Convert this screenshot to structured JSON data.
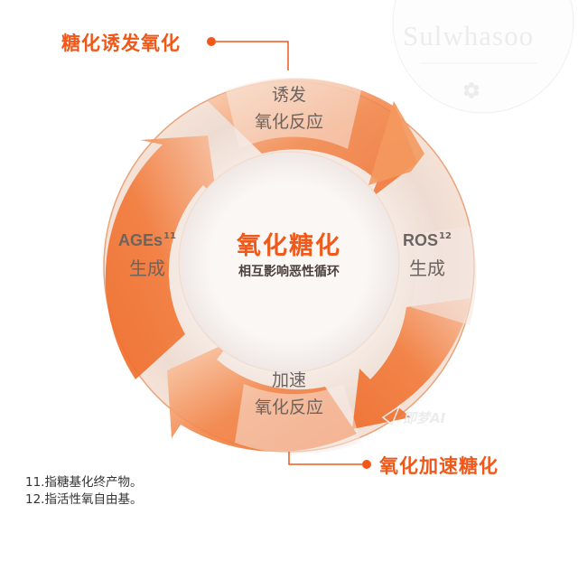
{
  "diagram": {
    "title": "氧化糖化",
    "subtitle": "相互影响恶性循环",
    "segments": [
      {
        "position": "top",
        "line1": "诱发",
        "line2": "氧化反应"
      },
      {
        "position": "right",
        "label": "ROS",
        "superscript": "12",
        "line2": "生成"
      },
      {
        "position": "bottom",
        "line1": "加速",
        "line2": "氧化反应"
      },
      {
        "position": "left",
        "label": "AGEs",
        "superscript": "11",
        "line2": "生成"
      }
    ],
    "callouts": {
      "top_left": "糖化诱发氧化",
      "bottom_right": "氧化加速糖化"
    },
    "colors": {
      "accent": "#f0581a",
      "arrow_orange": "#f27a3a",
      "ring_light": "#f3e6df",
      "text_gray": "#6b6461"
    }
  },
  "footnotes": [
    "11.指糖基化终产物。",
    "12.指活性氧自由基。"
  ],
  "brand": {
    "logo_text": "Sulwhasoo"
  },
  "watermark": {
    "text": "即梦AI"
  }
}
